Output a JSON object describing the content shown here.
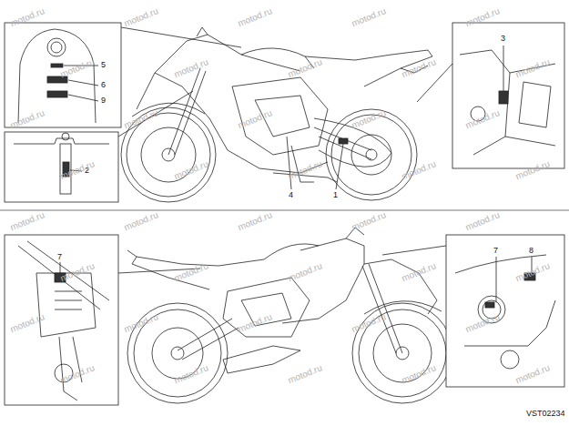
{
  "diagram": {
    "labels": [
      "5",
      "6",
      "9",
      "2",
      "4",
      "1",
      "3",
      "7",
      "7",
      "8",
      "VST02234",
      "motod.ru",
      "motod.ru",
      "motod.ru",
      "motod.ru",
      "motod.ru",
      "motod.ru",
      "motod.ru",
      "motod.ru",
      "motod.ru",
      "motod.ru",
      "motod.ru",
      "motod.ru",
      "motod.ru",
      "motod.ru",
      "motod.ru",
      "motod.ru",
      "motod.ru",
      "motod.ru",
      "motod.ru",
      "motod.ru",
      "motod.ru",
      "motod.ru",
      "motod.ru",
      "motod.ru",
      "motod.ru",
      "motod.ru",
      "motod.ru",
      "motod.ru",
      "motod.ru",
      "motod.ru",
      "motod.ru",
      "motod.ru",
      "motod.ru",
      "motod.ru",
      "motod.ru",
      "motod.ru",
      "motod.ru",
      "motod.ru",
      "motod.ru",
      "motod.ru"
    ]
  }
}
